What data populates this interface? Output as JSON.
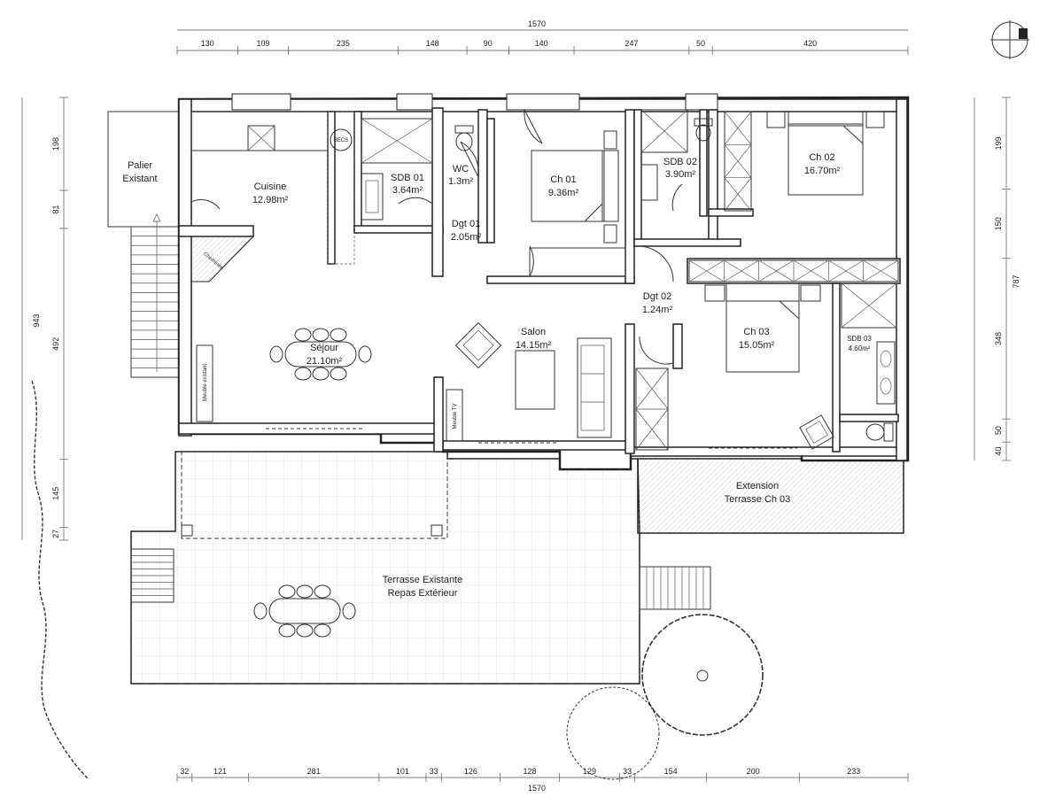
{
  "dimensions": {
    "top_total": "1570",
    "top_segments": [
      "130",
      "109",
      "235",
      "148",
      "90",
      "140",
      "247",
      "50",
      "420"
    ],
    "bottom_total": "1570",
    "bottom_segments": [
      "32",
      "121",
      "281",
      "101",
      "33",
      "126",
      "128",
      "129",
      "33",
      "154",
      "200",
      "233"
    ],
    "left_total": "943",
    "left_segments": [
      "198",
      "81",
      "492",
      "145",
      "27"
    ],
    "right_total": "787",
    "right_segments": [
      "199",
      "150",
      "348",
      "50",
      "40"
    ]
  },
  "rooms": {
    "palier": [
      "Palier",
      "Existant"
    ],
    "cuisine": [
      "Cuisine",
      "12.98m²"
    ],
    "sdb01": [
      "SDB 01",
      "3.64m²"
    ],
    "wc": [
      "WC",
      "1.3m²"
    ],
    "ch01": [
      "Ch 01",
      "9.36m²"
    ],
    "sdb02": [
      "SDB 02",
      "3.90m²"
    ],
    "ch02": [
      "Ch 02",
      "16.70m²"
    ],
    "dgt01": [
      "Dgt 01",
      "2.05m²"
    ],
    "dgt02": [
      "Dgt 02",
      "1.24m²"
    ],
    "sejour": [
      "Séjour",
      "21.10m²"
    ],
    "salon": [
      "Salon",
      "14.15m²"
    ],
    "ch03": [
      "Ch 03",
      "15.05m²"
    ],
    "sdb03": [
      "SDB 03",
      "4.60m²"
    ],
    "extension": [
      "Extension",
      "Terrasse Ch 03"
    ],
    "terrasse": [
      "Terrasse Existante",
      "Repas Extérieur"
    ]
  },
  "labels": {
    "becs": "BECS",
    "cheminee": "Cheminée",
    "meuble_existant": "Meuble existant",
    "meuble_tv": "Meuble TV"
  }
}
